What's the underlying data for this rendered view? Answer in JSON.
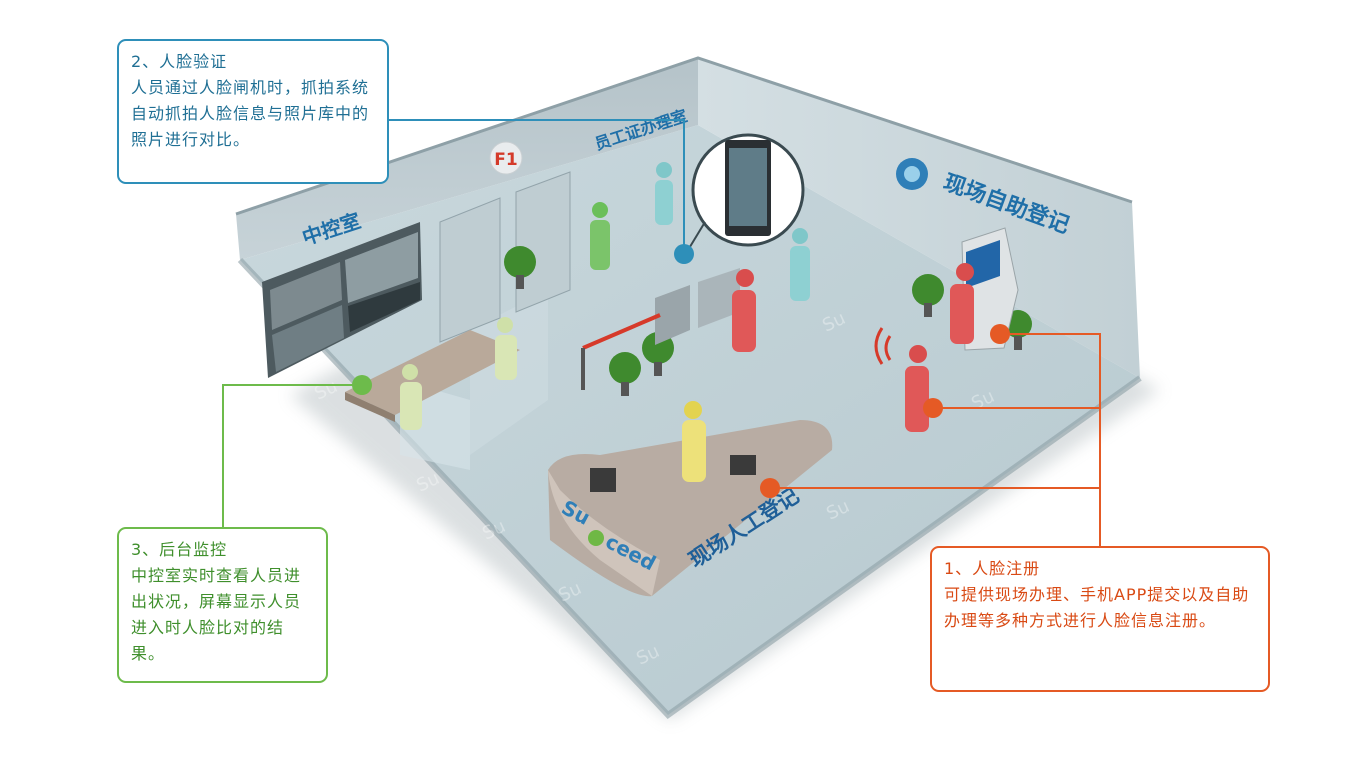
{
  "callouts": {
    "verify": {
      "title": "2、人脸验证",
      "body": "人员通过人脸闸机时，抓拍系统自动抓拍人脸信息与照片库中的照片进行对比。",
      "color": "#2e8fb9"
    },
    "monitor": {
      "title": "3、后台监控",
      "body": "中控室实时查看人员进出状况，屏幕显示人员进入时人脸比对的结果。",
      "color": "#6dbb4b"
    },
    "register": {
      "title": "1、人脸注册",
      "body": "可提供现场办理、手机APP提交以及自助办理等多种方式进行人脸信息注册。",
      "color": "#e55a25"
    }
  },
  "scene_labels": {
    "control_room": "中控室",
    "floor": "F1",
    "badge_office": "员工证办理室",
    "self_register": "现场自助登记",
    "manual_register": "现场人工登记",
    "brand": "Su",
    "brand_tail": "ceed"
  }
}
